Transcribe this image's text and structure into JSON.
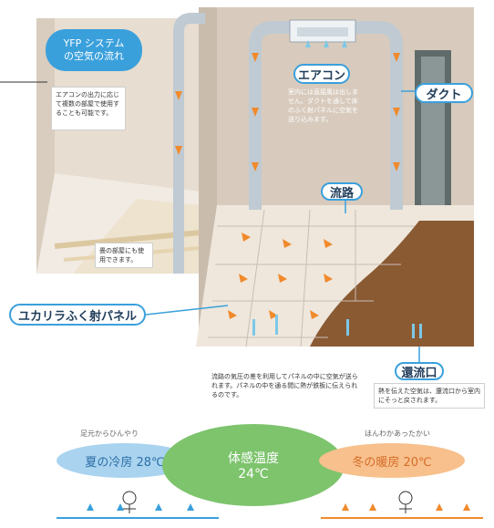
{
  "title": {
    "line1": "YFP システム",
    "line2": "の空気の流れ"
  },
  "labels": {
    "aircon": "エアコン",
    "duct": "ダクト",
    "channel": "流路",
    "panel": "ユカリラふく射パネル",
    "return_port": "還流口"
  },
  "notes": {
    "aircon_note": "室内には直接風は出しません。ダクトを通して床のふく射パネルに空気を送り込みます。",
    "left_room_note": "エアコンの出力に応じて複数の部屋で使用することも可能です。",
    "tatami_note": "畳の部屋にも使用できます。",
    "panel_note": "流路の気圧の差を利用してパネルの中に空気が送られます。パネルの中を通る間に熱が鉄板に伝えられるのです。",
    "return_note": "熱を伝えた空気は、還流口から室内にそっと戻されます。"
  },
  "bottom": {
    "cool_caption": "足元からひんやり",
    "cool_label": "夏の冷房 28℃",
    "center_label_1": "体感温度",
    "center_label_2": "24℃",
    "warm_caption": "ほんわかあったかい",
    "warm_label": "冬の暖房 20℃"
  },
  "colors": {
    "accent_blue": "#3aa0dc",
    "arrow_orange": "#f08a2c",
    "wall": "#d8cbbd",
    "floor_wood": "#8a5a33",
    "cool_blob": "#a9d3ef",
    "center_blob": "#7dc46d",
    "warm_blob": "#f7c08c"
  }
}
